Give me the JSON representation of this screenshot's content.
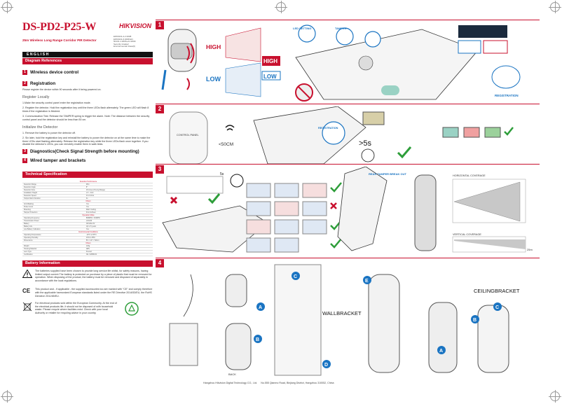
{
  "header": {
    "model": "DS-PD2-P25-W",
    "subtitle": "25m Wireless Long Range Corridor PIR Detector",
    "logo": "HIKVISION",
    "cert_lines": [
      "EN50131-2-2:2008",
      "EN50131-6:2008 EN",
      "50131-1:2006+A1:2009",
      "Security Grade2",
      "Environmental Class(II)"
    ]
  },
  "language": "ENGLISH",
  "sections": {
    "diagram_references": "Diagram References",
    "technical_specification": "Technical Specification",
    "battery_information": "Battery Information"
  },
  "steps": [
    {
      "num": "1",
      "title": "Wireless device control"
    },
    {
      "num": "2",
      "title": "Registration"
    },
    {
      "num": "3",
      "title": "Diagnostics(Check Signal Strength before mounting)"
    },
    {
      "num": "4",
      "title": "Wired tamper and brackets"
    }
  ],
  "registration": {
    "intro": "Please register the device within 90 seconds after it being powered on.",
    "locally_title": "Register Locally",
    "locally_steps": [
      "1.Make the security control panel enter the registration mode.",
      "2. Register the detector. Hold the registration key until the three LEDs flash alternately.  The green LED will flash 8 times if the registration is finished.",
      "3. Communication Test: Release the TAMPER spring to trigger the alarm. Note: The distance between the security control panel and the detector should be less than 50 cm."
    ],
    "init_title": "Initialize the Detector",
    "init_steps": [
      "1. Remove the battery to power the detector off.",
      "2. Six later, hold the registration key and reinstall the battery to power the detector on at the same time to make the three LEDs start flashing alternately. Release the registration key while the three LEDs flash once together. If you disable the detector's LEDs, you can remotely enable them in walk tests."
    ]
  },
  "spec_table": {
    "groups": [
      "Detection Performance",
      "Others",
      "Operation Mode",
      "Environmental Conditions",
      "Others"
    ],
    "rows": [
      [
        "Detection Range",
        "25m"
      ],
      [
        "Detection Angle",
        "5°"
      ],
      [
        "Detection Zone",
        "18 zones (8 Long Range)"
      ],
      [
        "Installation Height",
        "1.5 - 3.0m"
      ],
      [
        "Detection Speed",
        "0.3-3.0m/s"
      ],
      [
        "Output Alarm Duration",
        "4s"
      ],
      [
        "Anti-Masking",
        "Yes"
      ],
      [
        "Pulse Count",
        "Yes"
      ],
      [
        "Mounting",
        "Wall / Ceiling"
      ],
      [
        "Tamper Protection",
        "Front & Rear"
      ],
      [
        "Operating Frequency",
        "868MHz / 433MHz"
      ],
      [
        "Transmission Power",
        "≤10mW"
      ],
      [
        "Battery",
        "CR123A 3V"
      ],
      [
        "Battery Life",
        "Up to 5 years"
      ],
      [
        "Low Battery Indication",
        "Yes"
      ],
      [
        "Operating Temperature",
        "-10°C to 55°C"
      ],
      [
        "Operating Humidity",
        "10% to 95%"
      ],
      [
        "Dimensions",
        "56 × 147 × 52mm"
      ],
      [
        "Weight",
        "120g"
      ],
      [
        "Housing Material",
        "ABS"
      ],
      [
        "Lens Type",
        "Fresnel"
      ],
      [
        "Certification",
        "CE / EN50131"
      ]
    ]
  },
  "battery_text": "The batteries supplied have been chosen to provide long service life whilst, for safety reasons, having limited output current.The battery is protected on purchase by a piece of plastic that must be removed for operation. When disposing of the product, the battery must be removed  and disposed of separately in accordance with the local regulations.",
  "ce_text": "This product and - if applicable - the supplied accessories too are marked with \"CE\" and comply therefore with the applicable harmonized European standards listed under the RE Directive 2014/53/EU, the RoHS Directive 2011/65/EU.",
  "weee_text": "For electrical products sold within the European Community. At the end of the electrical products life, it should not be disposed of with household waste. Please recycle where facilities exist. Check with your local Authority or retailer for recycling advice in your country.",
  "diagram_labels": {
    "high": "HIGH",
    "low": "LOW",
    "led_setting": "LED SETTING",
    "tamper": "TAMPER",
    "rear_tamper": "REAR TAMPER BREAK OUT",
    "registration": "REGISTRATION",
    "distance": "<50CM",
    "control_panel": "CONTROL PANEL",
    "time": ">5s",
    "horizontal_coverage": "HORIZONTAL COVERAGE",
    "vertical_coverage": "VERTICAL COVERAGE",
    "wallbracket": "WALLBRACKET",
    "ceilingbracket": "CEILINGBRACKET",
    "distance_axis": "25m",
    "five_s": "5s",
    "callouts": [
      "A",
      "B",
      "C",
      "D",
      "E"
    ],
    "back": "BACK"
  },
  "footer": {
    "company": "Hangzhou Hikvision Digital Technology CO., Ltd.",
    "address": "No.555 Qianmo Road, Binjiang District, Hangzhou 310052, China"
  },
  "colors": {
    "brand_red": "#c8102e",
    "accent_blue": "#1a74c2",
    "ok_green": "#2e9e3a"
  }
}
